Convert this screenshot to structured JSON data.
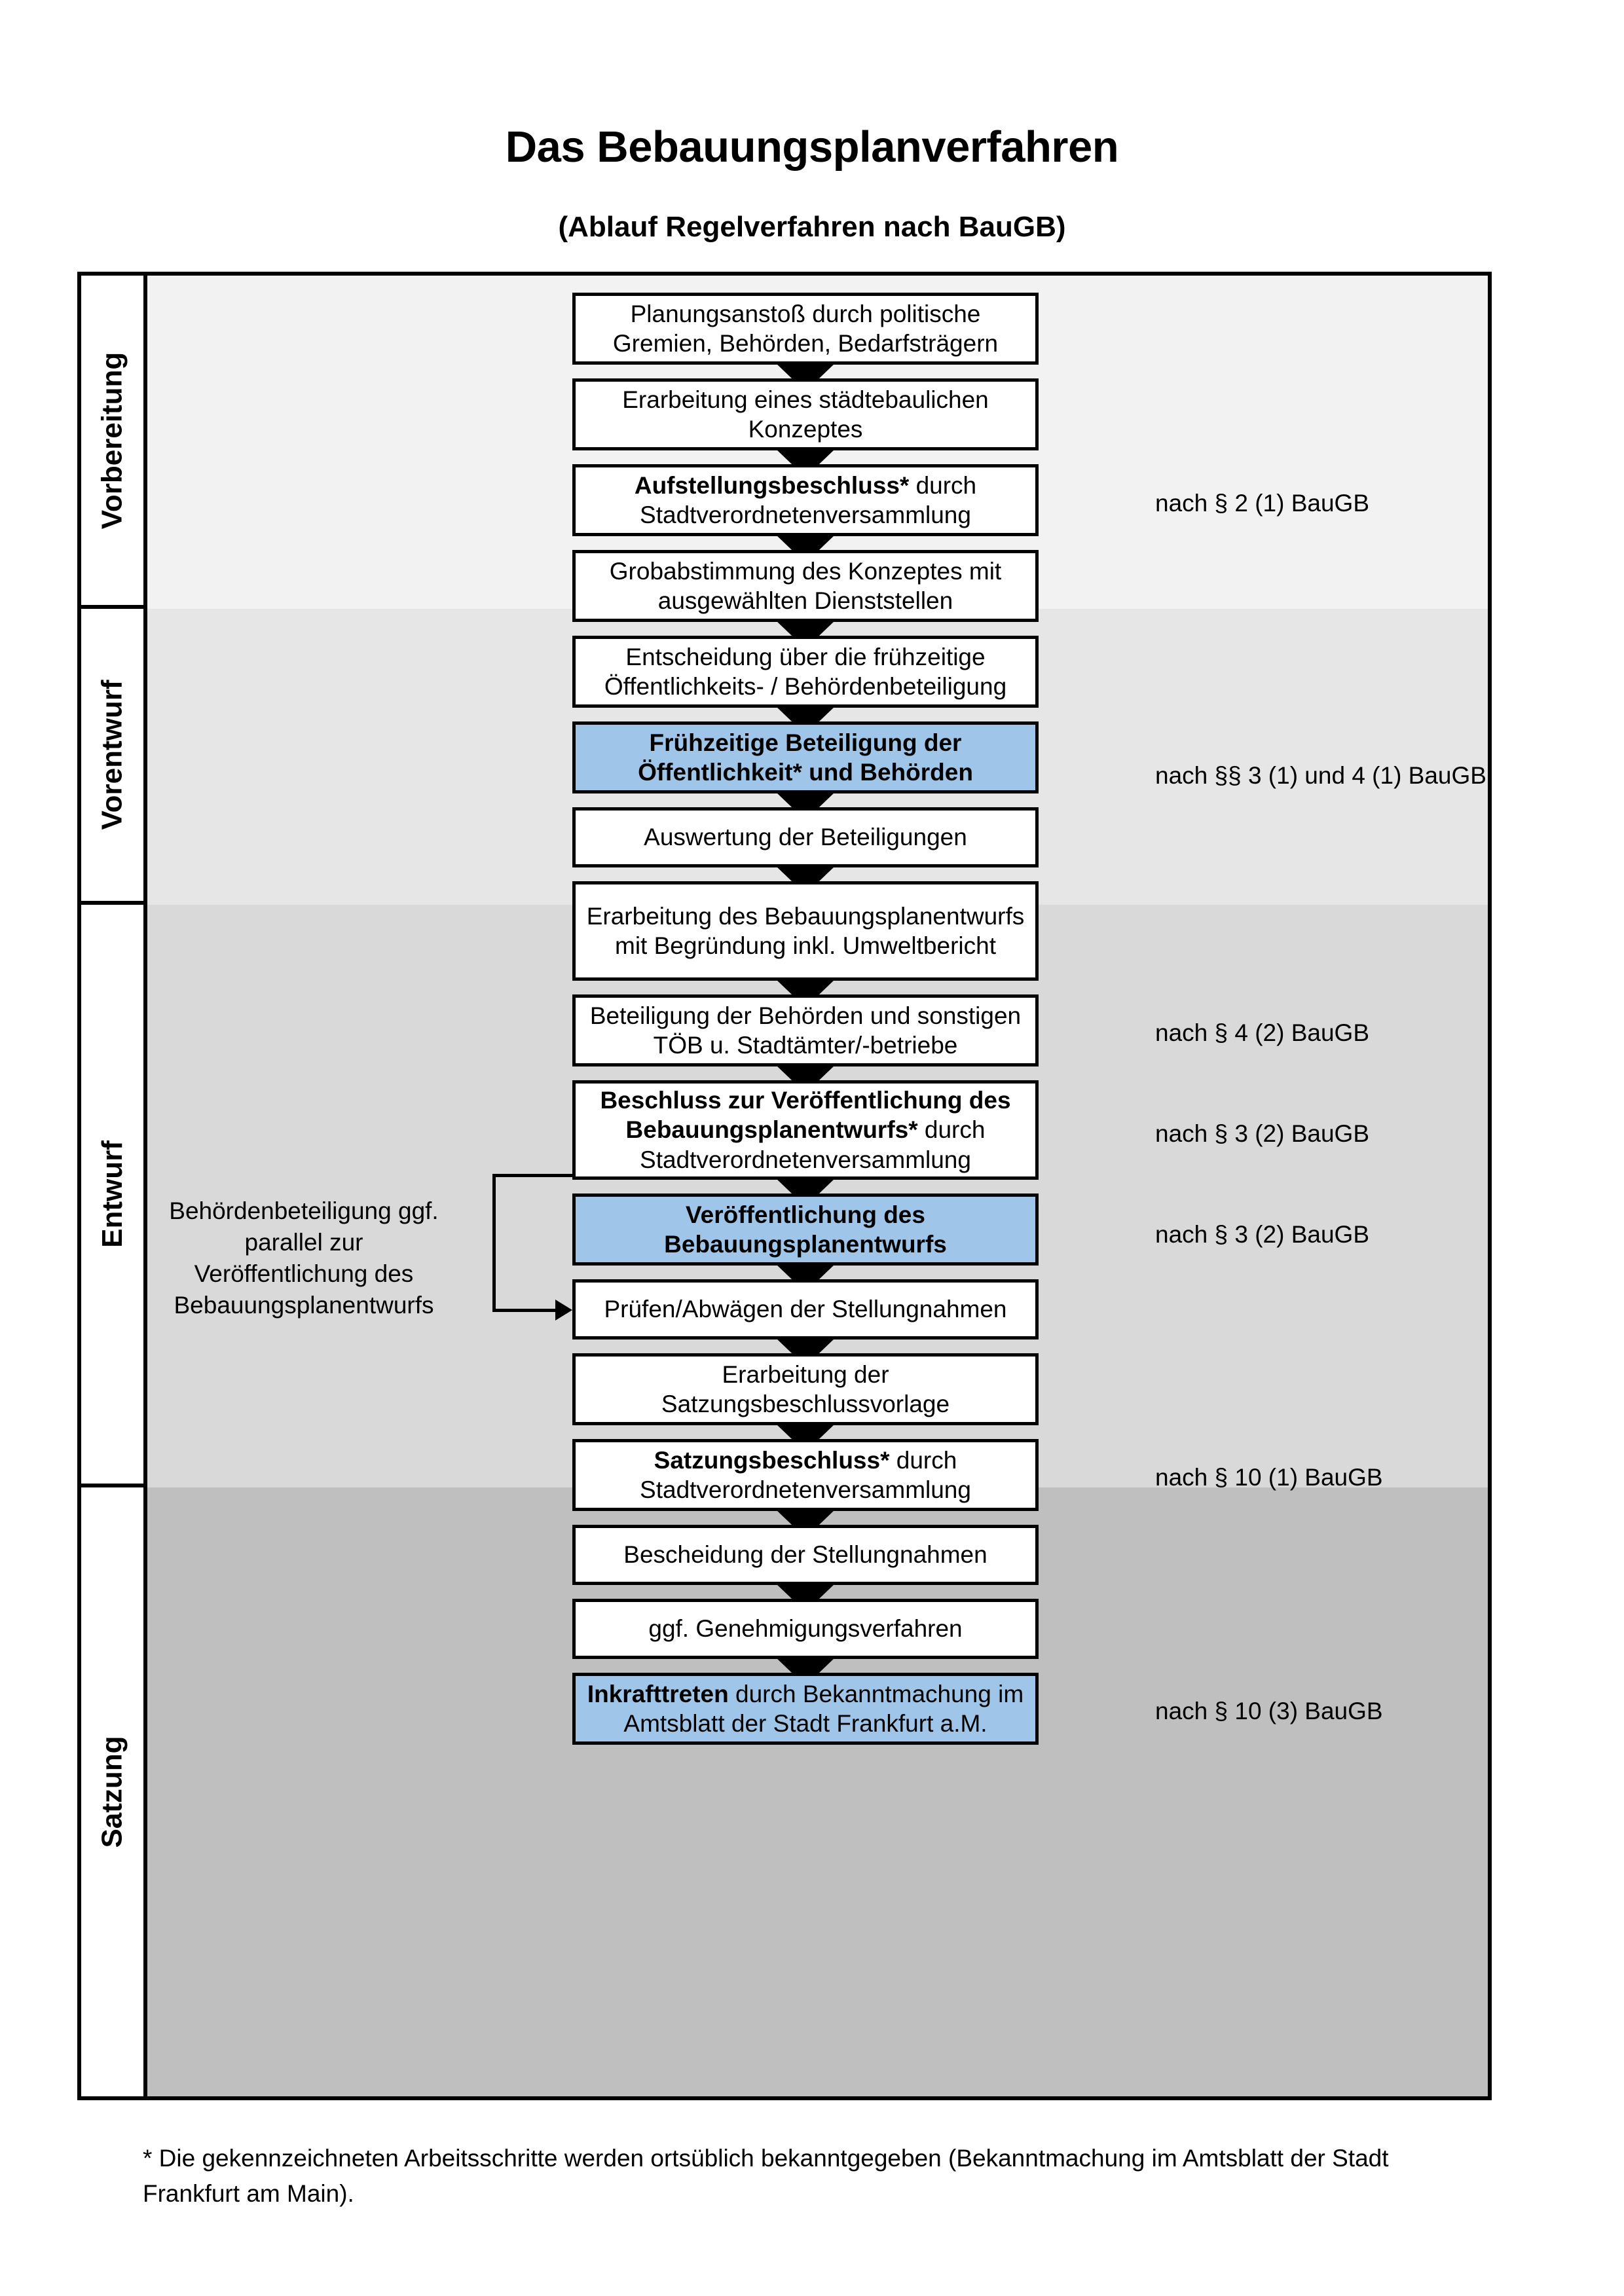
{
  "title": "Das Bebauungsplanverfahren",
  "subtitle": "(Ablauf Regelverfahren nach BauGB)",
  "colors": {
    "highlight_blue": "#9FC5E8",
    "band_1": "#F2F2F2",
    "band_2": "#E6E6E6",
    "band_3": "#D9D9D9",
    "band_4": "#BFBFBF",
    "outline": "#000000"
  },
  "phases": [
    {
      "label": "Vorbereitung",
      "background": "#F2F2F2"
    },
    {
      "label": "Vorentwurf",
      "background": "#E6E6E6"
    },
    {
      "label": "Entwurf",
      "background": "#D9D9D9"
    },
    {
      "label": "Satzung",
      "background": "#BFBFBF"
    }
  ],
  "steps": [
    {
      "id": "s1",
      "bold": "",
      "rest": "Planungsanstoß durch politische Gremien, Behörden, Bedarfsträgern",
      "highlight": false
    },
    {
      "id": "s2",
      "bold": "",
      "rest": "Erarbeitung eines städtebaulichen Konzeptes",
      "highlight": false
    },
    {
      "id": "s3",
      "bold": "Aufstellungsbeschluss*",
      "rest": " durch Stadtverordnetenversammlung",
      "highlight": false
    },
    {
      "id": "s4",
      "bold": "",
      "rest": "Grobabstimmung des Konzeptes mit ausgewählten Dienststellen",
      "highlight": false
    },
    {
      "id": "s5",
      "bold": "",
      "rest": "Entscheidung über die frühzeitige Öffentlichkeits- / Behördenbeteiligung",
      "highlight": false
    },
    {
      "id": "s6",
      "bold": "Frühzeitige Beteiligung der Öffentlichkeit* und Behörden",
      "rest": "",
      "highlight": true
    },
    {
      "id": "s7",
      "bold": "",
      "rest": "Auswertung der Beteiligungen",
      "highlight": false
    },
    {
      "id": "s8",
      "bold": "",
      "rest": "Erarbeitung des Bebauungsplanentwurfs mit Begründung inkl. Umweltbericht",
      "highlight": false
    },
    {
      "id": "s9",
      "bold": "",
      "rest": "Beteiligung der Behörden und sonstigen TÖB u. Stadtämter/-betriebe",
      "highlight": false
    },
    {
      "id": "s10",
      "bold": "Beschluss zur Veröffentlichung des Bebauungsplanentwurfs*",
      "rest": " durch Stadtverordnetenversammlung",
      "highlight": false
    },
    {
      "id": "s11",
      "bold": "Veröffentlichung des Bebauungsplanentwurfs",
      "rest": "",
      "highlight": true
    },
    {
      "id": "s12",
      "bold": "",
      "rest": "Prüfen/Abwägen der Stellungnahmen",
      "highlight": false
    },
    {
      "id": "s13",
      "bold": "",
      "rest": "Erarbeitung der Satzungsbeschlussvorlage",
      "highlight": false
    },
    {
      "id": "s14",
      "bold": "Satzungsbeschluss*",
      "rest": " durch Stadtverordnetenversammlung",
      "highlight": false
    },
    {
      "id": "s15",
      "bold": "",
      "rest": "Bescheidung der Stellungnahmen",
      "highlight": false
    },
    {
      "id": "s16",
      "bold": "",
      "rest": "ggf. Genehmigungsverfahren",
      "highlight": false
    },
    {
      "id": "s17",
      "bold": "Inkrafttreten",
      "rest": " durch Bekanntmachung im Amtsblatt der Stadt Frankfurt a.M.",
      "highlight": true
    }
  ],
  "legal_refs": [
    {
      "text": "nach § 2 (1) BauGB",
      "for_step": "s3"
    },
    {
      "text": "nach §§ 3 (1) und 4 (1) BauGB",
      "for_step": "s6"
    },
    {
      "text": "nach § 4 (2) BauGB",
      "for_step": "s9"
    },
    {
      "text": "nach § 3 (2) BauGB",
      "for_step": "s10"
    },
    {
      "text": "nach § 3 (2) BauGB",
      "for_step": "s11"
    },
    {
      "text": "nach § 10 (1) BauGB",
      "for_step": "s14"
    },
    {
      "text": "nach § 10 (3) BauGB",
      "for_step": "s17"
    }
  ],
  "side_note": "Behördenbeteiligung ggf. parallel zur Veröffentlichung des Bebauungsplanentwurfs",
  "footnote": "* Die gekennzeichneten Arbeitsschritte werden ortsüblich bekanntgegeben (Bekanntmachung im Amtsblatt  der Stadt Frankfurt am Main)."
}
